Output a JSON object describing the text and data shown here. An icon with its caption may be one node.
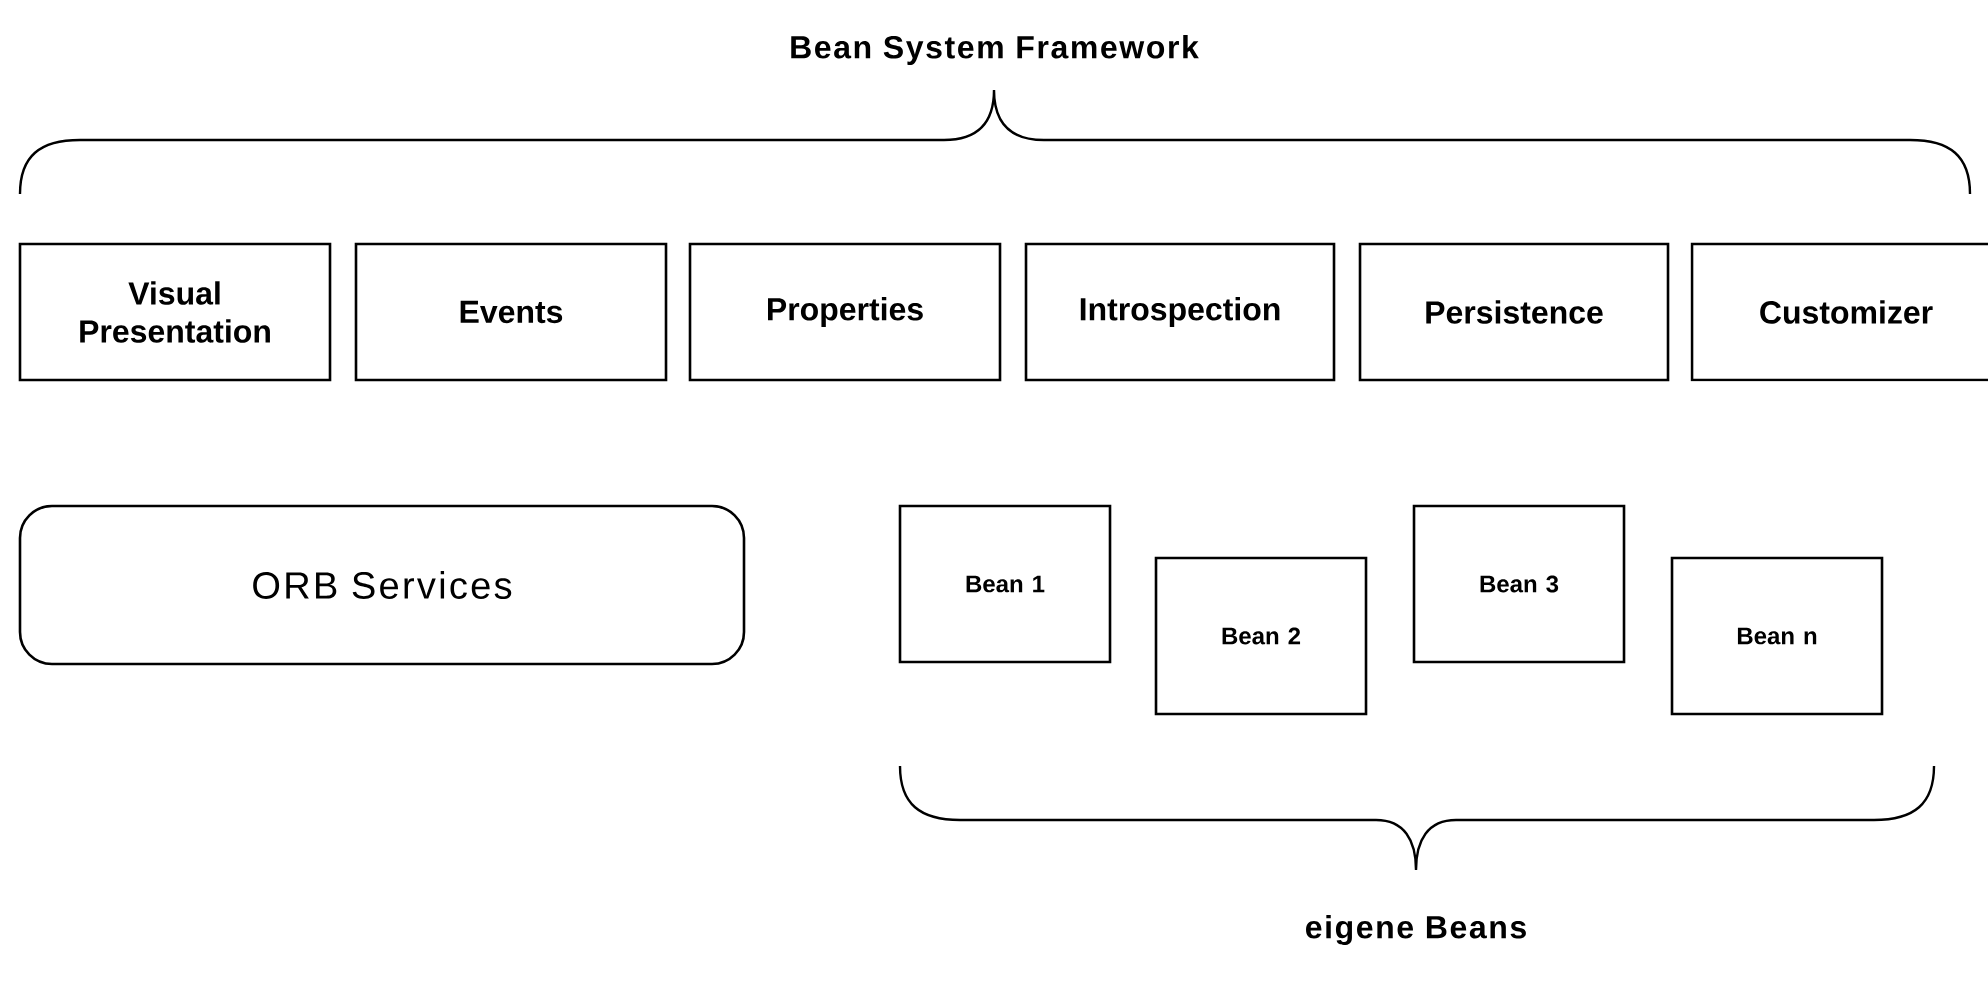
{
  "diagram": {
    "nodes": [
      {
        "text": [
          "Visual Presentation"
        ]
      },
      {
        "text": [
          "Events"
        ]
      },
      {
        "text": [
          "Properties"
        ]
      },
      {
        "text": [
          "Introspection"
        ]
      },
      {
        "text": [
          "Persistence"
        ]
      },
      {
        "text": [
          "Customizer"
        ]
      },
      {
        "text": [
          "ORB Services"
        ]
      },
      {
        "text": [
          "Bean 1"
        ]
      },
      {
        "text": [
          "Bean 2"
        ]
      },
      {
        "text": [
          "Bean 3"
        ]
      },
      {
        "text": [
          "Bean n"
        ]
      }
    ],
    "labels": [
      "Bean System Framework",
      "eigene Beans"
    ]
  }
}
